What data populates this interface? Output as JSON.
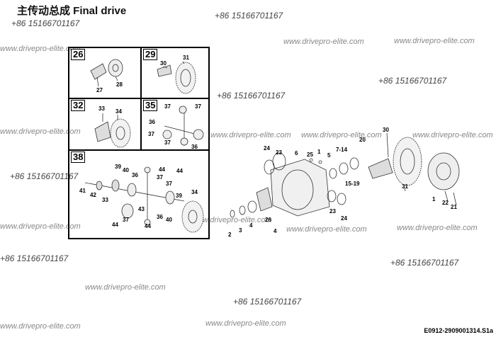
{
  "title": "主传动总成  Final drive",
  "watermark_url": "www.drivepro-elite.com",
  "phone": "+86 15166701167",
  "drawing_code": "E0912-2909001314.S1a",
  "panels": [
    {
      "id": "26",
      "labels": [
        "27",
        "28"
      ]
    },
    {
      "id": "29",
      "labels": [
        "30",
        "31"
      ]
    },
    {
      "id": "32",
      "labels": [
        "33",
        "34"
      ]
    },
    {
      "id": "35",
      "labels": [
        "37",
        "37",
        "36",
        "37",
        "37",
        "36"
      ]
    },
    {
      "id": "38",
      "labels": [
        "39",
        "40",
        "36",
        "44",
        "37",
        "37",
        "44",
        "41",
        "42",
        "33",
        "39",
        "34",
        "43",
        "44",
        "37",
        "36",
        "40",
        "44"
      ]
    }
  ],
  "main_labels": [
    "30",
    "24",
    "23",
    "6",
    "25",
    "1",
    "5",
    "7-14",
    "20",
    "15-19",
    "31",
    "1",
    "22",
    "21",
    "26",
    "23",
    "24",
    "2",
    "3",
    "4",
    "4"
  ]
}
